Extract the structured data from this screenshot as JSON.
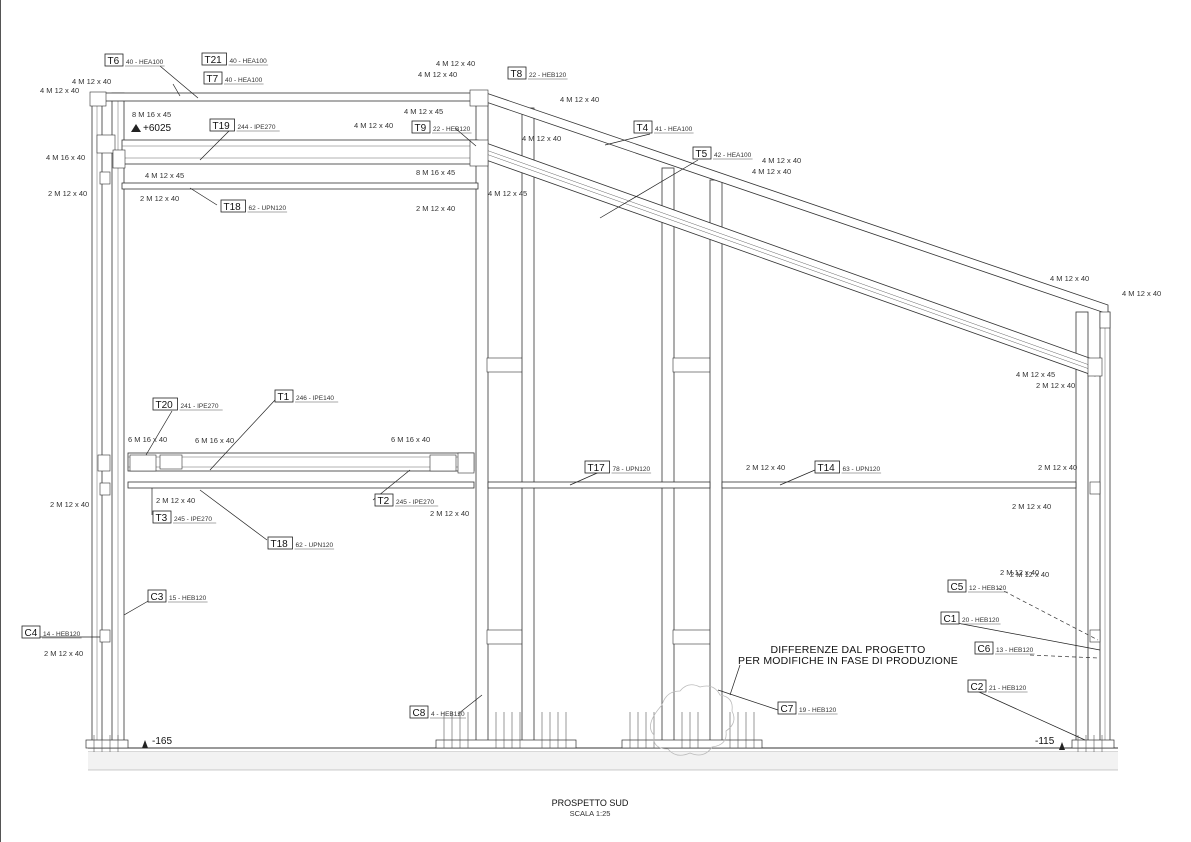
{
  "title": {
    "name": "PROSPETTO SUD",
    "scale": "SCALA 1:25"
  },
  "levels": {
    "top": "+6025",
    "left": "-165",
    "right": "-115"
  },
  "note": {
    "line1": "DIFFERENZE DAL PROGETTO",
    "line2": "PER MODIFICHE IN FASE DI PRODUZIONE"
  },
  "members": [
    {
      "tag": "T6",
      "desc": "40 - HEA100"
    },
    {
      "tag": "T21",
      "desc": "40 - HEA100"
    },
    {
      "tag": "T7",
      "desc": "40 - HEA100"
    },
    {
      "tag": "T8",
      "desc": "22 - HEB120"
    },
    {
      "tag": "T19",
      "desc": "244 - IPE270"
    },
    {
      "tag": "T9",
      "desc": "22 - HEB120"
    },
    {
      "tag": "T4",
      "desc": "41 - HEA100"
    },
    {
      "tag": "T5",
      "desc": "42 - HEA100"
    },
    {
      "tag": "T18",
      "desc": "62 - UPN120"
    },
    {
      "tag": "T20",
      "desc": "241 - IPE270"
    },
    {
      "tag": "T1",
      "desc": "246 - IPE140"
    },
    {
      "tag": "T17",
      "desc": "78 - UPN120"
    },
    {
      "tag": "T14",
      "desc": "63 - UPN120"
    },
    {
      "tag": "T2",
      "desc": "245 - IPE270"
    },
    {
      "tag": "T3",
      "desc": "245 - IPE270"
    },
    {
      "tag": "T18",
      "desc": "62 - UPN120"
    },
    {
      "tag": "C3",
      "desc": "15 - HEB120"
    },
    {
      "tag": "C4",
      "desc": "14 - HEB120"
    },
    {
      "tag": "C5",
      "desc": "12 - HEB120"
    },
    {
      "tag": "C1",
      "desc": "20 - HEB120"
    },
    {
      "tag": "C6",
      "desc": "13 - HEB120"
    },
    {
      "tag": "C2",
      "desc": "21 - HEB120"
    },
    {
      "tag": "C8",
      "desc": "4 - HEB120"
    },
    {
      "tag": "C7",
      "desc": "19 - HEB120"
    }
  ],
  "bolts": [
    "4 M 12 x 40",
    "4 M 12 x 40",
    "4 M 12 x 40",
    "4 M 12 x 40",
    "4 M 12 x 40",
    "8 M 16 x 45",
    "4 M 12 x 45",
    "4 M 12 x 40",
    "4 M 12 x 40",
    "8 M 16 x 45",
    "4 M 16 x 40",
    "4 M 12 x 45",
    "4 M 12 x 45",
    "2 M 12 x 40",
    "2 M 12 x 40",
    "2 M 12 x 40",
    "4 M 12 x 40",
    "4 M 12 x 40",
    "4 M 12 x 40",
    "4 M 12 x 40",
    "4 M 12 x 45",
    "2 M 12 x 40",
    "6 M 16 x 40",
    "6 M 16 x 40",
    "6 M 16 x 40",
    "2 M 12 x 40",
    "2 M 12 x 40",
    "2 M 12 x 40",
    "2 M 12 x 40",
    "2 M 12 x 40",
    "2 M 12 x 40",
    "2 M 12 x 40",
    "2 M 12 x 40",
    "2 M 12 x 40"
  ]
}
